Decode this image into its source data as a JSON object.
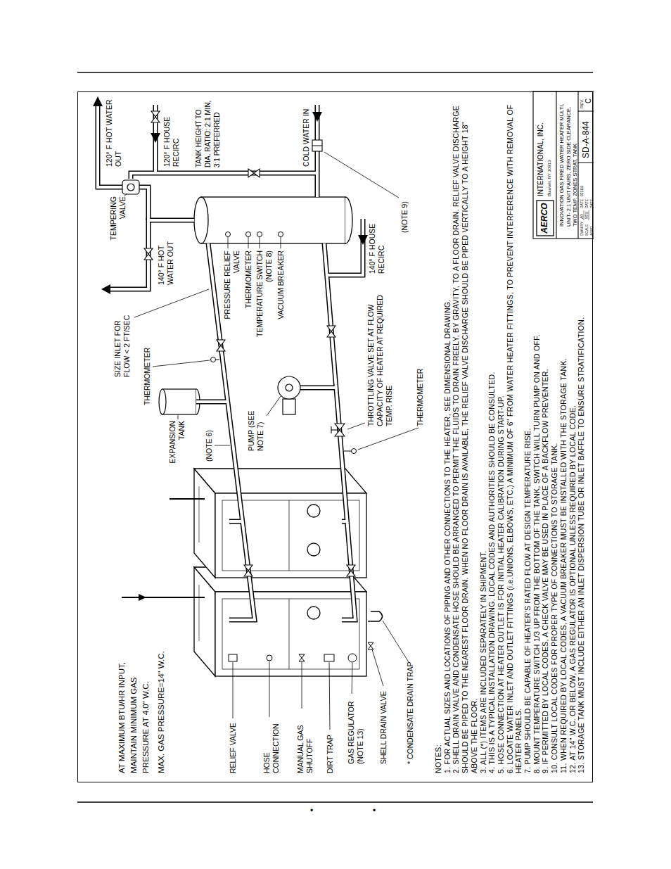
{
  "diagram": {
    "labels": [
      "AT MAXIMUM BTU/HR INPUT, MAINTAIN MINIMUM GAS PRESSURE AT 4.0\" W.C.",
      "MAX. GAS PRESSURE=14\" W.C.",
      "SIZE INLET FOR FLOW < 2 FT/SEC",
      "THERMOMETER",
      "(NOTE 6)",
      "EXPANSION TANK",
      "PUMP (SEE NOTE 7)",
      "PRESSURE RELIEF VALVE",
      "THERMOMETER",
      "TEMPERATURE SWITCH (NOTE 8)",
      "VACUUM BREAKER",
      "140° F HOT WATER OUT",
      "TANK HEIGHT TO DIA. RATIO: 2:1 MIN, 3:1 PREFERRED",
      "TEMPERING VALVE",
      "120° F HOT WATER OUT",
      "120° F HOUSE RECIRC",
      "COLD WATER IN",
      "140° F HOUSE RECIRC",
      "(NOTE 9)",
      "RELIEF VALVE",
      "HOSE CONNECTION",
      "MANUAL GAS SHUTOFF",
      "DIRT TRAP",
      "GAS REGULATOR (NOTE 13)",
      "SHELL DRAIN VALVE",
      "* CONDENSATE DRAIN TRAP",
      "THROTTLING VALVE SET AT FLOW CAPACITY OF HEATER AT REQUIRED TEMP. RISE",
      "THERMOMETER",
      "NOTES:",
      "1. FOR ACTUAL SIZES AND LOCATIONS OF PIPING AND OTHER CONNECTIONS TO THE HEATER, SEE DIMENSIONAL DRAWING.",
      "2. SHELL DRAIN VALVE AND CONDENSATE HOSE SHOULD BE ARRANGED TO PERMIT THE FLUIDS TO DRAIN FREELY, BY GRAVITY, TO A FLOOR DRAIN. RELIEF VALVE DISCHARGE SHOULD BE PIPED TO THE NEAREST FLOOR DRAIN. WHEN NO FLOOR DRAIN IS AVAILABLE, THE RELIEF VALVE DISCHARGE SHOULD BE PIPED VERTICALLY TO A HEIGHT 18\" ABOVE THE FLOOR.",
      "3. ALL (*) ITEMS ARE INCLUDED SEPARATELY IN SHIPMENT.",
      "4. THIS IS A TYPICAL INSTALLATION DRAWING. LOCAL CODES AND AUTHORITIES SHOULD BE CONSULTED.",
      "5. HOSE CONNECTION AT HEATER OUTLET IS FOR INITIAL HEATER CALIBRATION DURING START-UP.",
      "6. LOCATE WATER INLET AND OUTLET FITTINGS (i.e.UNIONS, ELBOWS, ETC.) A MINIMUM OF 6\" FROM WATER HEATER FITTINGS, TO PREVENT INTERFERENCE WITH REMOVAL OF HEATER PANELS.",
      "7. PUMP SHOULD BE CAPABLE OF HEATER'S RATED FLOW AT DESIGN TEMPERATURE RISE.",
      "8. MOUNT TEMPERATURE SWITCH 1/3 UP FROM THE BOTTOM OF THE TANK, SWITCH WILL TURN PUMP ON AND OFF.",
      "9. IF PERMITTED BY LOCAL CODES, A CHECK VALVE MAY BE USED IN PLACE OF A BACKFLOW PREVENTER.",
      "10. CONSULT LOCAL CODES FOR PROPER TYPE OF CONNECTIONS TO STORAGE TANK.",
      "11. WHEN REQUIRED BY LOCAL CODES, A VACUUM BREAKER MUST BE INSTALLED WITH THE STORAGE TANK.",
      "12. AT 14\" W.C. OR BELOW, A GAS REGULATOR IS OPTIONAL UNLESS REQUIRED BY LOCAL CODE.",
      "13. STORAGE TANK MUST INCLUDE EITHER AN INLET DISPERSION TUBE OR INLET BAFFLE TO ENSURE STRATIFICATION.",
      "AERCO",
      "INTERNATIONAL, INC.",
      "Blauvelt, NY 10913",
      "INNOVATION GAS FIRED WATER HEATER MULTI. UNIT- 2:1 UNIT PAIRS, ZERO SIDE CLEARANCE, TWO TEMP. ZONES STRAT. TANK",
      "DWN.BY",
      "AR",
      "DATE",
      "021111",
      "SCALE",
      "NTS",
      "DATE",
      "APPD.",
      "DATE",
      "SD-A-844",
      "REV.",
      "C",
      "•",
      "•"
    ]
  }
}
